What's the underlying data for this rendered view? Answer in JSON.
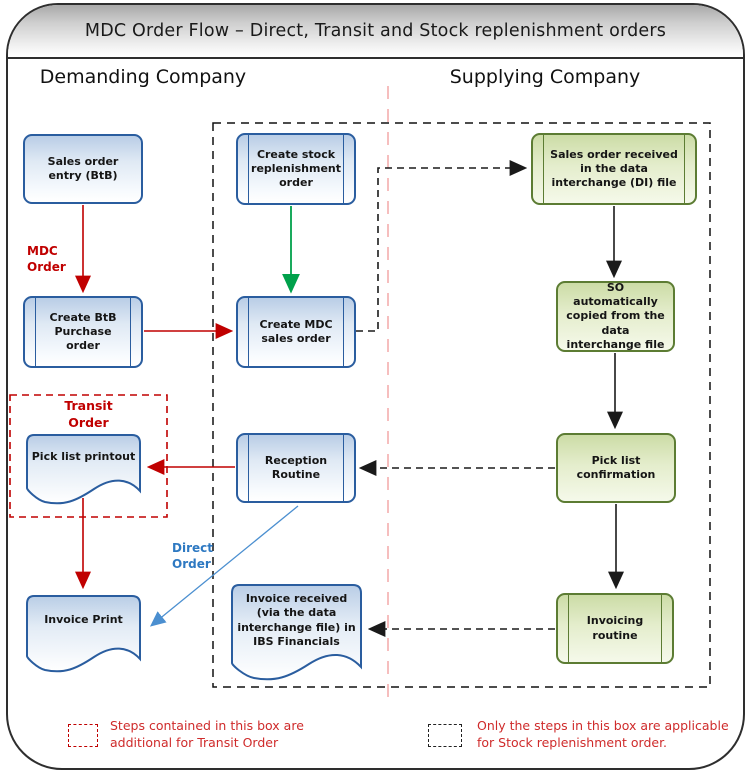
{
  "header": {
    "title": "MDC Order Flow – Direct, Transit  and Stock replenishment orders"
  },
  "columns": {
    "left": "Demanding Company",
    "right": "Supplying Company"
  },
  "nodes": {
    "sales_order_entry": "Sales order entry (BtB)",
    "create_btb_purchase": "Create BtB Purchase order",
    "create_stock_repl": "Create stock replenishment order",
    "create_mdc_sales": "Create MDC sales order",
    "sales_order_received": "Sales order received in the data interchange (DI) file",
    "so_auto_copied": "SO automatically copied from the data interchange file",
    "pick_list_printout": "Pick list printout",
    "reception_routine": "Reception Routine",
    "pick_list_confirmation": "Pick list confirmation",
    "invoice_print": "Invoice Print",
    "invoice_received": "Invoice received (via the data interchange file) in IBS Financials",
    "invoicing_routine": "Invoicing routine"
  },
  "labels": {
    "mdc_order": [
      "MDC",
      "Order"
    ],
    "transit_order": [
      "Transit",
      "Order"
    ],
    "direct_order": [
      "Direct",
      "Order"
    ]
  },
  "legend": {
    "transit": "Steps contained in this box are additional for Transit Order",
    "stock": "Only the steps in this box are applicable for Stock replenishment order."
  },
  "colors": {
    "arrow_red": "#c00000",
    "arrow_green": "#00a14b",
    "arrow_black": "#1a1a1a",
    "arrow_blue": "#4b8fd0",
    "divider_pink": "#f4a9a9",
    "blue_box_border": "#2a5d9f",
    "green_box_border": "#5c7c33",
    "legend_red": "#cf2b2b"
  }
}
